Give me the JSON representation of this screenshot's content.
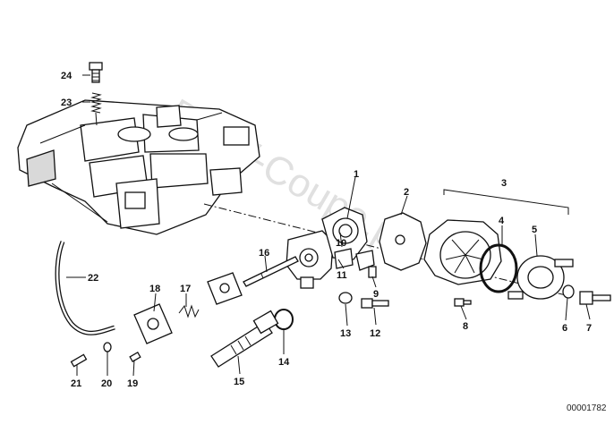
{
  "diagram_code": "00001782",
  "watermark": "BMW-Coupe.pl",
  "callouts": [
    {
      "id": "1",
      "label": "1"
    },
    {
      "id": "2",
      "label": "2"
    },
    {
      "id": "3",
      "label": "3"
    },
    {
      "id": "4",
      "label": "4"
    },
    {
      "id": "5",
      "label": "5"
    },
    {
      "id": "6",
      "label": "6"
    },
    {
      "id": "7",
      "label": "7"
    },
    {
      "id": "8",
      "label": "8"
    },
    {
      "id": "9",
      "label": "9"
    },
    {
      "id": "10",
      "label": "10"
    },
    {
      "id": "11",
      "label": "11"
    },
    {
      "id": "12",
      "label": "12"
    },
    {
      "id": "13",
      "label": "13"
    },
    {
      "id": "14",
      "label": "14"
    },
    {
      "id": "15",
      "label": "15"
    },
    {
      "id": "16",
      "label": "16"
    },
    {
      "id": "17",
      "label": "17"
    },
    {
      "id": "18",
      "label": "18"
    },
    {
      "id": "19",
      "label": "19"
    },
    {
      "id": "20",
      "label": "20"
    },
    {
      "id": "21",
      "label": "21"
    },
    {
      "id": "22",
      "label": "22"
    },
    {
      "id": "23",
      "label": "23"
    },
    {
      "id": "24",
      "label": "24"
    }
  ]
}
